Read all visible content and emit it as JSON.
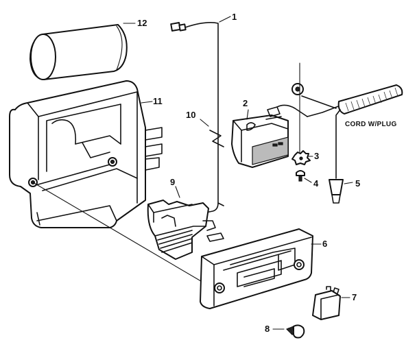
{
  "labels": {
    "p1": "1",
    "p2": "2",
    "p3": "3",
    "p4": "4",
    "p5": "5",
    "p6": "6",
    "p7": "7",
    "p8": "8",
    "p9": "9",
    "p10": "10",
    "p11": "11",
    "p12": "12",
    "cord": "CORD W/PLUG"
  }
}
